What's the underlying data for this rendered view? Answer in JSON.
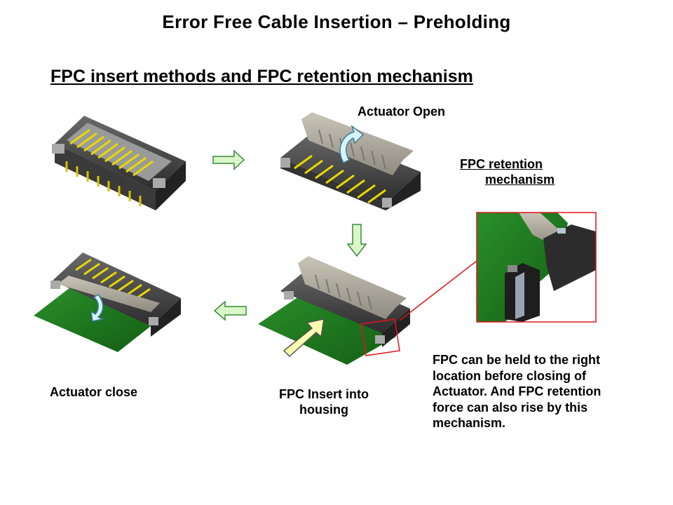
{
  "title": "Error Free Cable Insertion – Preholding",
  "subtitle": "FPC insert methods and FPC retention mechanism",
  "labels": {
    "actuator_open": "Actuator Open",
    "retention_line1": "FPC retention",
    "retention_line2": "mechanism",
    "actuator_close": "Actuator close",
    "fpc_insert_line1": "FPC Insert into",
    "fpc_insert_line2": "housing"
  },
  "description": [
    "FPC can be held to the right",
    "location before closing of",
    "Actuator. And FPC retention",
    "force can also rise by this",
    "mechanism."
  ],
  "colors": {
    "arrow_fill": "#d9f7c8",
    "arrow_stroke": "#3a8a3a",
    "callout_red": "#e0141c",
    "pcb_green": "#1e7a1e",
    "connector_dark": "#4a4a4a",
    "contact_yellow": "#e6d800"
  }
}
